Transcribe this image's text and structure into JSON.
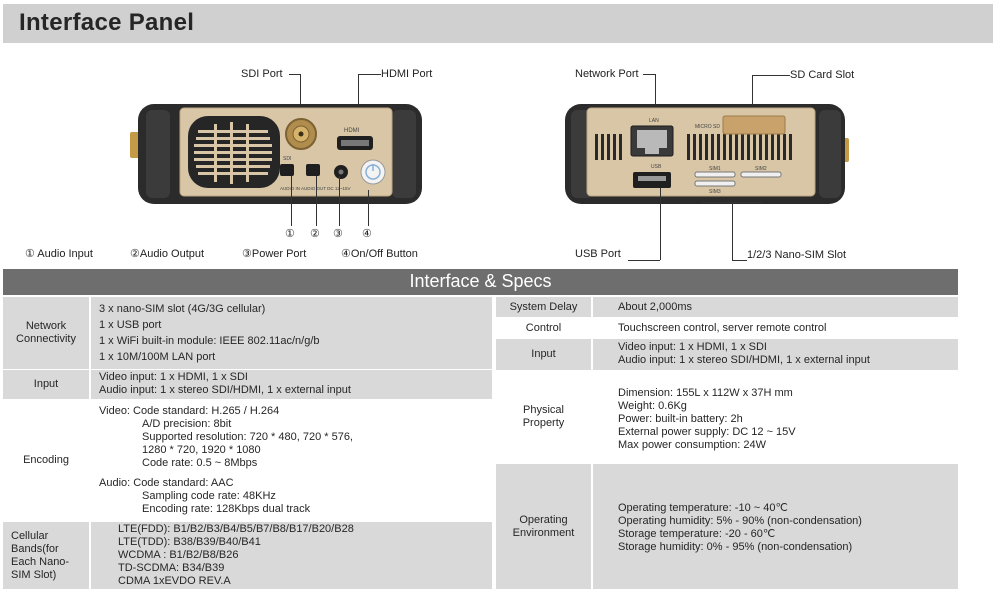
{
  "header": {
    "title": "Interface Panel"
  },
  "left_device": {
    "callouts": {
      "sdi": "SDI Port",
      "hdmi": "HDMI Port"
    },
    "numbers": [
      "①",
      "②",
      "③",
      "④"
    ],
    "legend": [
      "① Audio Input",
      "②Audio Output",
      "③Power Port",
      "④On/Off Button"
    ],
    "panel_text": {
      "hdmi": "HDMI",
      "sdi": "SDI",
      "bottom": "AUDIO IN   AUDIO OUT   DC 12~15V"
    }
  },
  "right_device": {
    "callouts": {
      "network": "Network Port",
      "sd": "SD Card Slot",
      "usb": "USB Port",
      "sim": "1/2/3 Nano-SIM Slot"
    },
    "panel_text": {
      "lan": "LAN",
      "micro_sd": "MICRO SD",
      "usb": "USB",
      "sim1": "SIM1",
      "sim2": "SIM2",
      "sim3": "SIM3"
    }
  },
  "specs": {
    "title": "Interface & Specs",
    "left": {
      "network_label": "Network Connectivity",
      "network_lines": [
        "3 x nano-SIM slot (4G/3G cellular)",
        "1 x USB port",
        "1 x WiFi built-in module: IEEE 802.11ac/n/g/b",
        "1 x 10M/100M LAN port"
      ],
      "input_label": "Input",
      "input_lines": [
        "Video input: 1 x HDMI, 1 x SDI",
        "Audio input: 1 x stereo SDI/HDMI, 1 x external input"
      ],
      "encoding_label": "Encoding",
      "video_lines": [
        "Video: Code standard: H.265 / H.264",
        "A/D precision: 8bit",
        "Supported resolution: 720 * 480, 720 * 576,",
        "1280 * 720, 1920 * 1080",
        "Code rate: 0.5 ~ 8Mbps"
      ],
      "audio_lines": [
        "Audio: Code standard: AAC",
        "Sampling code rate: 48KHz",
        "Encoding rate: 128Kbps dual track"
      ],
      "cellular_label": "Cellular Bands(for Each Nano-SIM Slot)",
      "cellular_lines": [
        "LTE(FDD): B1/B2/B3/B4/B5/B7/B8/B17/B20/B28",
        "LTE(TDD): B38/B39/B40/B41",
        "WCDMA : B1/B2/B8/B26",
        "TD-SCDMA: B34/B39",
        "CDMA 1xEVDO REV.A"
      ]
    },
    "right": {
      "delay_label": "System Delay",
      "delay_value": "About 2,000ms",
      "control_label": "Control",
      "control_value": "Touchscreen control, server remote control",
      "input_label": "Input",
      "input_lines": [
        "Video input: 1 x HDMI, 1 x SDI",
        "Audio input: 1 x stereo SDI/HDMI, 1 x external input"
      ],
      "physical_label": "Physical Property",
      "physical_lines": [
        "Dimension: 155L x 112W x 37H mm",
        "Weight: 0.6Kg",
        "Power: built-in battery: 2h",
        "External power supply: DC 12 ~ 15V",
        "Max power consumption: 24W"
      ],
      "env_label": "Operating Environment",
      "env_lines": [
        "Operating temperature: -10 ~ 40℃",
        "Operating humidity: 5% - 90% (non-condensation)",
        "Storage temperature: -20 - 60℃",
        "Storage humidity: 0% - 95% (non-condensation)"
      ]
    }
  },
  "colors": {
    "header_bg": "#d0d0d0",
    "specs_head_bg": "#6e6e6e",
    "cell_bg": "#d9d9d9",
    "device_body": "#2b2b2b",
    "device_panel": "#d8c6a6"
  }
}
